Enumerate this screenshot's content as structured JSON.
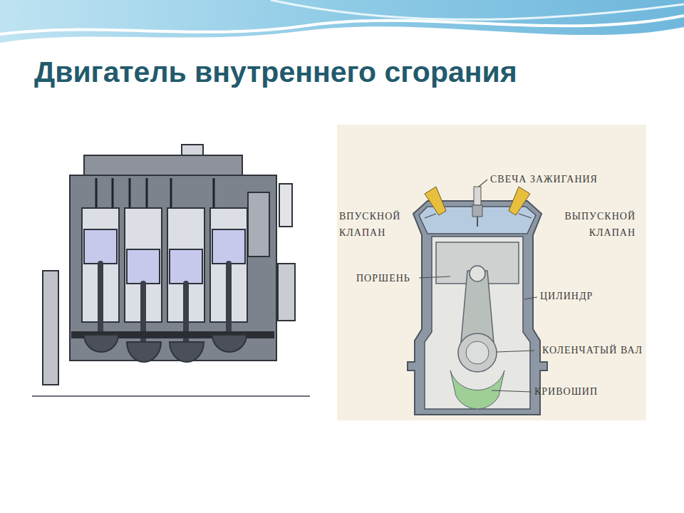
{
  "diagram": {
    "title": "Двигатель внутреннего сгорания",
    "labels": [
      "СВЕЧА ЗАЖИГАНИЯ",
      "ВПУСКНОЙ КЛАПАН",
      "ВЫПУСКНОЙ КЛАПАН",
      "ПОРШЕНЬ",
      "ЦИЛИНДР",
      "КОЛЕНЧАТЫЙ ВАЛ",
      "КРИВОШИП"
    ]
  }
}
